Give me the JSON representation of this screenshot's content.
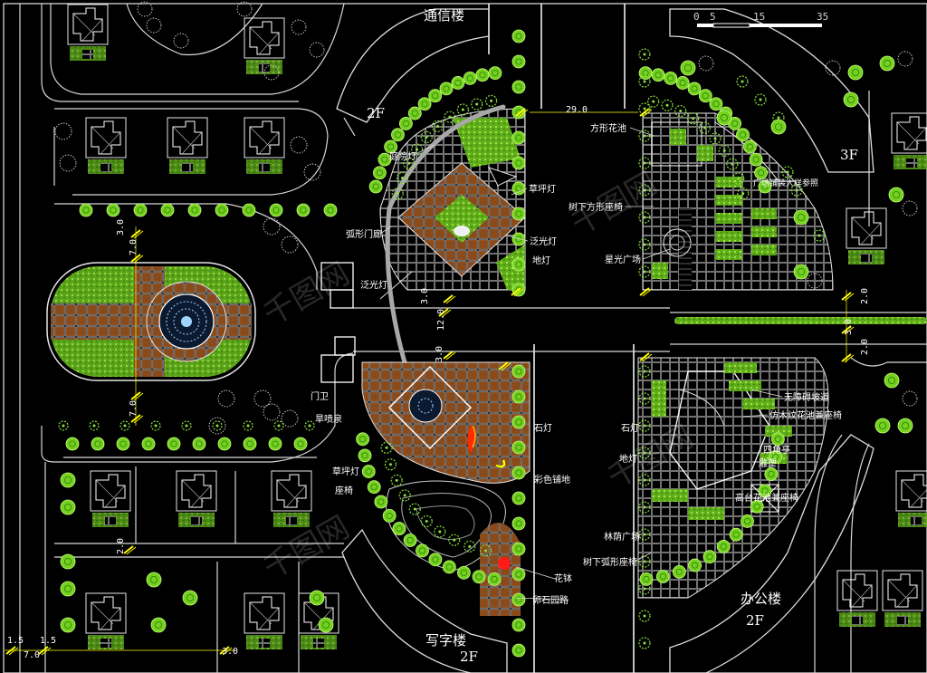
{
  "buildings": {
    "north": {
      "name": "通信楼",
      "floors": "2F"
    },
    "northeast": {
      "floors": "3F"
    },
    "south": {
      "name": "写字楼",
      "floors": "2F"
    },
    "southeast": {
      "name": "办公楼",
      "floors": "2F"
    }
  },
  "scale_bar": {
    "ticks": [
      "0",
      "5",
      "15",
      "35"
    ]
  },
  "labels_left": {
    "lamp_garden": "庭院灯",
    "arc_gate": "弧形门廊",
    "flood_light": "泛光灯",
    "gate": "门卫",
    "dry_fountain": "旱喷泉",
    "lawn_light": "草坪灯",
    "bench": "座椅"
  },
  "labels_center": {
    "lawn_light_1": "草坪灯",
    "flood_light_1": "泛光灯",
    "floor_light": "地灯",
    "stone_light": "石灯",
    "color_paving": "彩色铺地",
    "flower_bowl": "花钵",
    "pebble_path": "卵石园路"
  },
  "labels_right": {
    "square_bed": "方形花池",
    "tree_bench": "树下方形座椅",
    "star_plaza": "星光广场",
    "stone_light": "石灯",
    "floor_light": "地灯",
    "forest_plaza": "林荫广场",
    "arc_bench": "树下弧形座椅",
    "ramp": "无障碍坡道",
    "wood_bed": "仿木纹花池兼座椅",
    "pavilion": "四角亭",
    "sculpture": "雕塑",
    "raised_bed": "高台花池兼座椅",
    "tiny_note": "广场铺装大样参照"
  },
  "dimensions": {
    "d29": "29.0",
    "d12": "12.0",
    "d7a": "7.0",
    "d7b": "7.0",
    "d3a": "3.0",
    "d3b": "3.0",
    "d2a": "2.0",
    "d2b": "2.0",
    "d3c": "3.0",
    "d3d": "3.0",
    "d2c": "2.0",
    "d15a": "1.5",
    "d15b": "1.5",
    "d7c": "7.0",
    "d3e": "3.0"
  },
  "watermarks": [
    "千图网"
  ],
  "colors": {
    "background": "#000000",
    "vegetation": "#7dd321",
    "paving_brown": "#8b4513",
    "linework": "#ffffff",
    "dimension": "#ffff00"
  }
}
